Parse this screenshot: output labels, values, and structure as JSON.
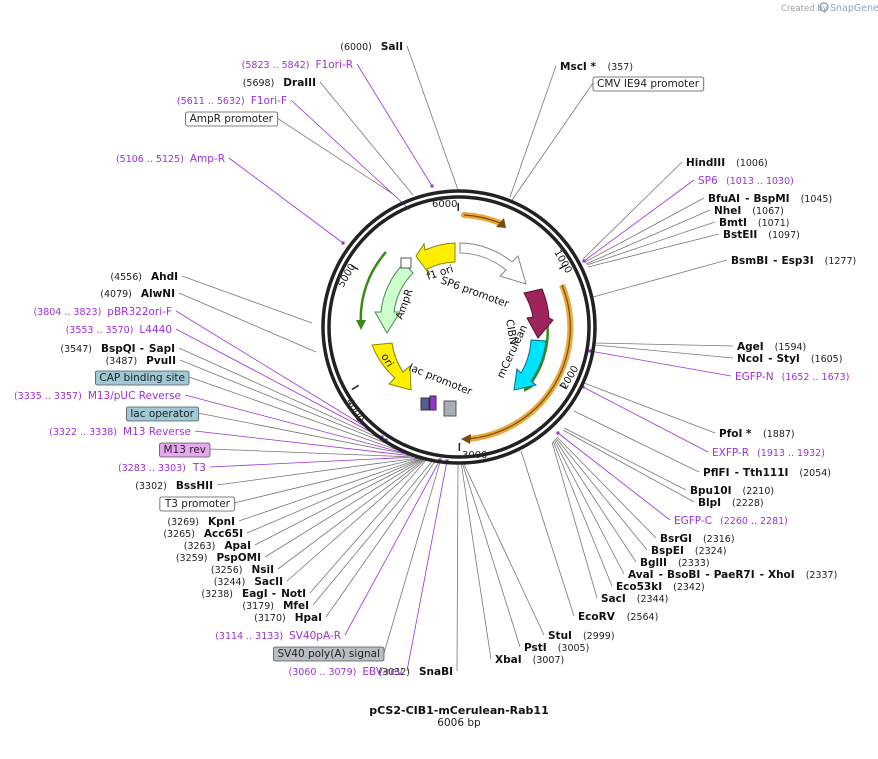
{
  "header": {
    "created_by": "Created by",
    "brand": "SnapGene"
  },
  "plasmid": {
    "name": "pCS2-CIB1-mCerulean-Rab11",
    "size_label": "6006 bp",
    "length": 6006
  },
  "ticks": [
    "1000",
    "2000",
    "3000",
    "4000",
    "5000",
    "6000"
  ],
  "features": [
    {
      "label": "SP6 promoter"
    },
    {
      "label": "CIBN"
    },
    {
      "label": "mCerulean"
    },
    {
      "label": "lac promoter"
    },
    {
      "label": "ori"
    },
    {
      "label": "AmpR"
    },
    {
      "label": "f1 ori"
    }
  ],
  "colors": {
    "ring": "#222222",
    "primer": "#9b30d9",
    "orf_gold": "#e8a83a",
    "mcerulean": "#00e5ff",
    "cibn": "#a0245c",
    "ori": "#ffee00",
    "ampr": "#ccffcc",
    "promoter": "#ffffff"
  },
  "sites": [
    {
      "name": "SalI",
      "pos": "(6000)",
      "kind": "enzyme"
    },
    {
      "name": "MscI *",
      "pos": "(357)",
      "kind": "enzyme"
    },
    {
      "name": "CMV IE94 promoter",
      "kind": "box",
      "fill": "#ffffff"
    },
    {
      "name": "HindIII",
      "pos": "(1006)",
      "kind": "enzyme"
    },
    {
      "name": "SP6",
      "pos": "(1013 .. 1030)",
      "kind": "primer"
    },
    {
      "name": "BfuAI",
      "name2": "BspMI",
      "pos": "(1045)",
      "kind": "enzyme"
    },
    {
      "name": "NheI",
      "pos": "(1067)",
      "kind": "enzyme"
    },
    {
      "name": "BmtI",
      "pos": "(1071)",
      "kind": "enzyme"
    },
    {
      "name": "BstEII",
      "pos": "(1097)",
      "kind": "enzyme"
    },
    {
      "name": "BsmBI",
      "name2": "Esp3I",
      "pos": "(1277)",
      "kind": "enzyme"
    },
    {
      "name": "AgeI",
      "pos": "(1594)",
      "kind": "enzyme"
    },
    {
      "name": "NcoI",
      "name2": "StyI",
      "pos": "(1605)",
      "kind": "enzyme"
    },
    {
      "name": "EGFP-N",
      "pos": "(1652 .. 1673)",
      "kind": "primer"
    },
    {
      "name": "PfoI *",
      "pos": "(1887)",
      "kind": "enzyme"
    },
    {
      "name": "EXFP-R",
      "pos": "(1913 .. 1932)",
      "kind": "primer"
    },
    {
      "name": "PflFI",
      "name2": "Tth111I",
      "pos": "(2054)",
      "kind": "enzyme"
    },
    {
      "name": "Bpu10I",
      "pos": "(2210)",
      "kind": "enzyme"
    },
    {
      "name": "BlpI",
      "pos": "(2228)",
      "kind": "enzyme"
    },
    {
      "name": "EGFP-C",
      "pos": "(2260 .. 2281)",
      "kind": "primer"
    },
    {
      "name": "BsrGI",
      "pos": "(2316)",
      "kind": "enzyme"
    },
    {
      "name": "BspEI",
      "pos": "(2324)",
      "kind": "enzyme"
    },
    {
      "name": "BglII",
      "pos": "(2333)",
      "kind": "enzyme"
    },
    {
      "name": "AvaI",
      "name2": "BsoBI",
      "name3": "PaeR7I",
      "name4": "XhoI",
      "pos": "(2337)",
      "kind": "enzyme"
    },
    {
      "name": "Eco53kI",
      "pos": "(2342)",
      "kind": "enzyme"
    },
    {
      "name": "SacI",
      "pos": "(2344)",
      "kind": "enzyme"
    },
    {
      "name": "EcoRV",
      "pos": "(2564)",
      "kind": "enzyme"
    },
    {
      "name": "StuI",
      "pos": "(2999)",
      "kind": "enzyme"
    },
    {
      "name": "PstI",
      "pos": "(3005)",
      "kind": "enzyme"
    },
    {
      "name": "XbaI",
      "pos": "(3007)",
      "kind": "enzyme"
    },
    {
      "name": "SnaBI",
      "pos": "(3032)",
      "kind": "enzyme"
    },
    {
      "name": "EBV-rev",
      "pos": "(3060 .. 3079)",
      "kind": "primer"
    },
    {
      "name": "SV40 poly(A) signal",
      "kind": "box",
      "fill": "#b8bec4"
    },
    {
      "name": "SV40pA-R",
      "pos": "(3114 .. 3133)",
      "kind": "primer"
    },
    {
      "name": "HpaI",
      "pos": "(3170)",
      "kind": "enzyme"
    },
    {
      "name": "MfeI",
      "pos": "(3179)",
      "kind": "enzyme"
    },
    {
      "name": "EagI",
      "name2": "NotI",
      "pos": "(3238)",
      "kind": "enzyme"
    },
    {
      "name": "SacII",
      "pos": "(3244)",
      "kind": "enzyme"
    },
    {
      "name": "NsiI",
      "pos": "(3256)",
      "kind": "enzyme"
    },
    {
      "name": "PspOMI",
      "pos": "(3259)",
      "kind": "enzyme"
    },
    {
      "name": "ApaI",
      "pos": "(3263)",
      "kind": "enzyme"
    },
    {
      "name": "Acc65I",
      "pos": "(3265)",
      "kind": "enzyme"
    },
    {
      "name": "KpnI",
      "pos": "(3269)",
      "kind": "enzyme"
    },
    {
      "name": "T3 promoter",
      "kind": "box",
      "fill": "#ffffff"
    },
    {
      "name": "BssHII",
      "pos": "(3302)",
      "kind": "enzyme"
    },
    {
      "name": "T3",
      "pos": "(3283 .. 3303)",
      "kind": "primer"
    },
    {
      "name": "M13 rev",
      "kind": "box",
      "fill": "#e8a8f0"
    },
    {
      "name": "M13 Reverse",
      "pos": "(3322 .. 3338)",
      "kind": "primer"
    },
    {
      "name": "lac operator",
      "kind": "box",
      "fill": "#9fc9d6"
    },
    {
      "name": "M13/pUC Reverse",
      "pos": "(3335 .. 3357)",
      "kind": "primer"
    },
    {
      "name": "CAP binding site",
      "kind": "box",
      "fill": "#9fc9d6"
    },
    {
      "name": "BspQI",
      "name2": "SapI",
      "pos": "(3547)",
      "kind": "enzyme"
    },
    {
      "name": "PvuII",
      "pos": "(3487)",
      "kind": "enzyme"
    },
    {
      "name": "L4440",
      "pos": "(3553 .. 3570)",
      "kind": "primer"
    },
    {
      "name": "pBR322ori-F",
      "pos": "(3804 .. 3823)",
      "kind": "primer"
    },
    {
      "name": "AlwNI",
      "pos": "(4079)",
      "kind": "enzyme"
    },
    {
      "name": "AhdI",
      "pos": "(4556)",
      "kind": "enzyme"
    },
    {
      "name": "Amp-R",
      "pos": "(5106 .. 5125)",
      "kind": "primer"
    },
    {
      "name": "AmpR promoter",
      "kind": "box",
      "fill": "#ffffff"
    },
    {
      "name": "F1ori-F",
      "pos": "(5611 .. 5632)",
      "kind": "primer"
    },
    {
      "name": "DraIII",
      "pos": "(5698)",
      "kind": "enzyme"
    },
    {
      "name": "F1ori-R",
      "pos": "(5823 .. 5842)",
      "kind": "primer"
    }
  ]
}
